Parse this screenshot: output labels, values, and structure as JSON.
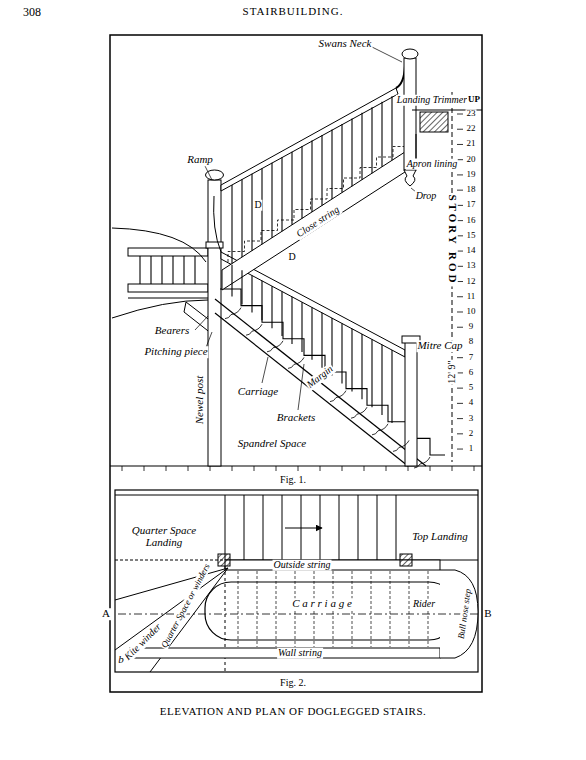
{
  "diagram": {
    "title": "STAIRBUILDING.",
    "caption": "ELEVATION AND PLAN OF DOGLEGGED STAIRS.",
    "labels": [
      "308",
      "Swans Neck",
      "Landing Trimmer",
      "UP",
      "23",
      "22",
      "21",
      "20",
      "19",
      "18",
      "17",
      "16",
      "15",
      "14",
      "13",
      "12",
      "11",
      "10",
      "9",
      "8",
      "7",
      "6",
      "5",
      "4",
      "3",
      "2",
      "1",
      "Apron lining",
      "Drop",
      "Ramp",
      "D",
      "D",
      "Close string",
      "STORY ROD",
      "12' 9\"",
      "Bearers",
      "Pitching piece",
      "Margin",
      "Mitre Cap",
      "Carriage",
      "Brackets",
      "Newel post",
      "Spandrel Space",
      "Fig. 1.",
      "Quarter Space Landing",
      "Top Landing",
      "Outside string",
      "Quarter Space or winders",
      "Kite winder",
      "A",
      "C a r r i a g e",
      "Rider",
      "B",
      "Bull nose step",
      "b",
      "Wall string",
      "Fig. 2."
    ]
  }
}
